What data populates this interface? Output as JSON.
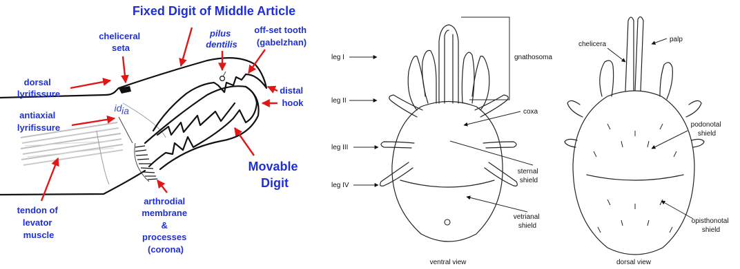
{
  "chelicera_panel": {
    "title": "Fixed Digit of Middle Article",
    "labels": {
      "cheliceral_seta": [
        "cheliceral",
        "seta"
      ],
      "pilus_dentilis": [
        "pilus",
        "dentilis"
      ],
      "offset_tooth": [
        "off-set tooth",
        "(gabelzhan)"
      ],
      "dorsal_lyrifissure": [
        "dorsal",
        "lyrifissure"
      ],
      "id_abbr": "id",
      "antiaxial_lyrifissure": [
        "antiaxial",
        "lyrifissure"
      ],
      "ia_abbr": "ia",
      "distal_hook": [
        "distal",
        "hook"
      ],
      "movable_digit": [
        "Movable",
        "Digit"
      ],
      "tendon": [
        "tendon of",
        "levator",
        "muscle"
      ],
      "arthrodial": [
        "arthrodial",
        "membrane",
        "&",
        "processes",
        "(corona)"
      ]
    },
    "colors": {
      "label": "#1f2fd6",
      "arrow": "#e11616",
      "outline": "#111111"
    }
  },
  "mite_panel": {
    "legs": [
      "leg I",
      "leg II",
      "leg III",
      "leg IV"
    ],
    "ventral_labels": {
      "gnathosoma": "gnathosoma",
      "coxa": "coxa",
      "sternal_shield": [
        "sternal",
        "shield"
      ],
      "vetrianal_shield": [
        "vetrianal",
        "shield"
      ],
      "caption": "ventral view"
    },
    "dorsal_labels": {
      "chelicera": "chelicera",
      "palp": "palp",
      "podonotal_shield": [
        "podonotal",
        "shield"
      ],
      "opisthonotal_shield": [
        "opisthonotal",
        "shield"
      ],
      "caption": "dorsal view"
    }
  }
}
